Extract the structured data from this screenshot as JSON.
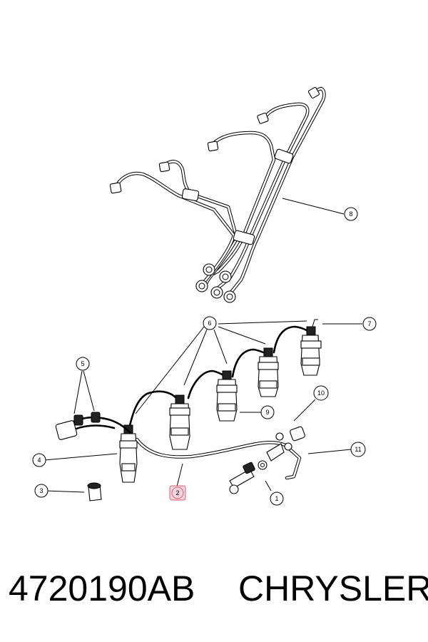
{
  "caption": {
    "part_number": "4720190AB",
    "brand": "CHRYSLER"
  },
  "callouts": [
    {
      "id": "callout-1",
      "label": "1",
      "highlighted": false
    },
    {
      "id": "callout-2",
      "label": "2",
      "highlighted": true
    },
    {
      "id": "callout-3",
      "label": "3",
      "highlighted": false
    },
    {
      "id": "callout-4",
      "label": "4",
      "highlighted": false
    },
    {
      "id": "callout-5",
      "label": "5",
      "highlighted": false
    },
    {
      "id": "callout-6",
      "label": "6",
      "highlighted": false
    },
    {
      "id": "callout-7",
      "label": "7",
      "highlighted": false
    },
    {
      "id": "callout-8",
      "label": "8",
      "highlighted": false
    },
    {
      "id": "callout-9",
      "label": "9",
      "highlighted": false
    },
    {
      "id": "callout-10",
      "label": "10",
      "highlighted": false
    },
    {
      "id": "callout-11",
      "label": "11",
      "highlighted": false
    }
  ],
  "colors": {
    "line": "#000000",
    "highlight_fill": "#f6d6dc",
    "highlight_stroke": "#d9627a"
  }
}
